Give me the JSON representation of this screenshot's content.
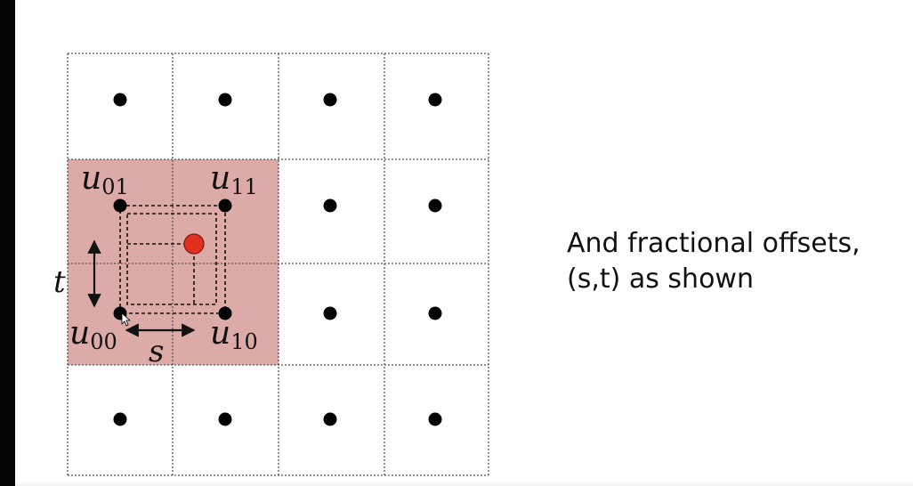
{
  "diagram": {
    "labels": {
      "u01": {
        "base": "u",
        "sub": "01"
      },
      "u11": {
        "base": "u",
        "sub": "11"
      },
      "u00": {
        "base": "u",
        "sub": "00"
      },
      "u10": {
        "base": "u",
        "sub": "10"
      },
      "s": "s",
      "t": "t"
    },
    "colors": {
      "highlight": "#dcaaa7",
      "sample_point": "#e0311f",
      "grid_line": "#555555",
      "texel_dot": "#000000"
    }
  },
  "caption": {
    "line1": "And fractional offsets,",
    "line2": "(s,t) as shown"
  }
}
